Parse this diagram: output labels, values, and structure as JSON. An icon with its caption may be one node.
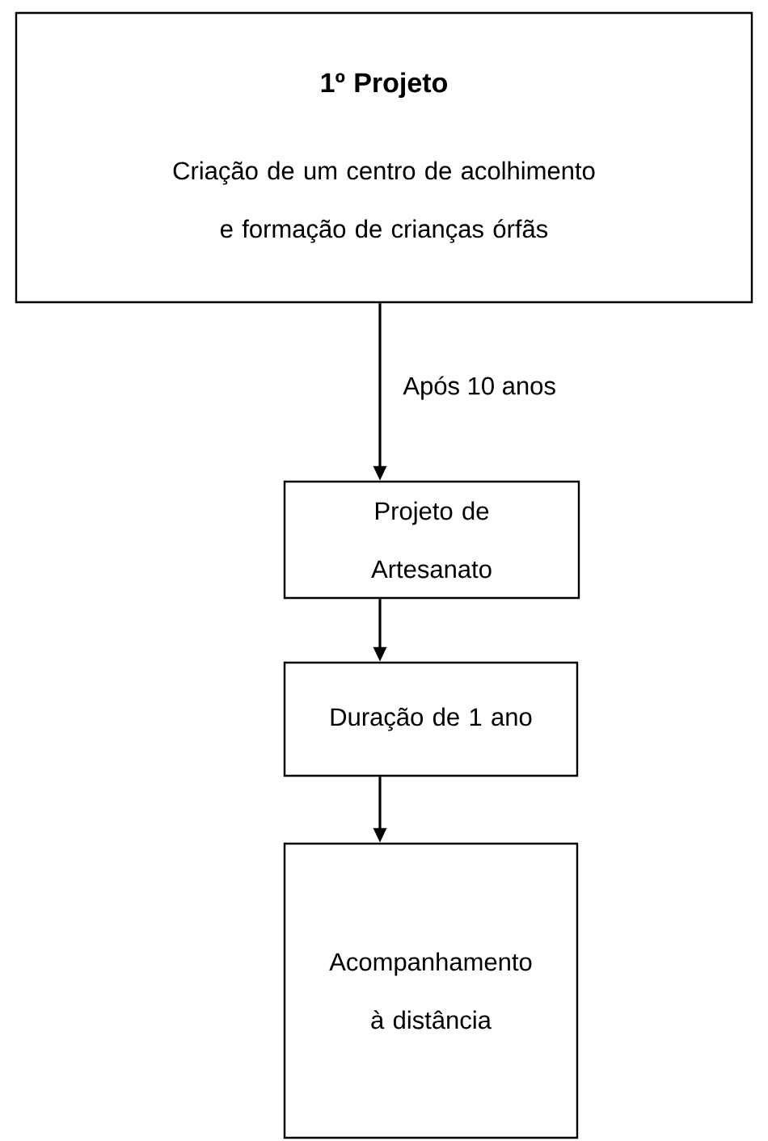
{
  "diagram": {
    "nodes": [
      {
        "text": [
          "1º Projeto",
          "Criação de um centro de acolhimento e formação de crianças órfãs"
        ]
      },
      {
        "text": [
          "Projeto de Artesanato"
        ]
      },
      {
        "text": [
          "Duração de 1 ano"
        ]
      },
      {
        "text": [
          "Acompanhamento à distância"
        ]
      }
    ],
    "edges": [
      {
        "from": 0,
        "to": 1,
        "arrow": "to",
        "label": "Após 10 anos"
      },
      {
        "from": 1,
        "to": 2,
        "arrow": "to"
      },
      {
        "from": 2,
        "to": 3,
        "arrow": "to"
      }
    ]
  }
}
